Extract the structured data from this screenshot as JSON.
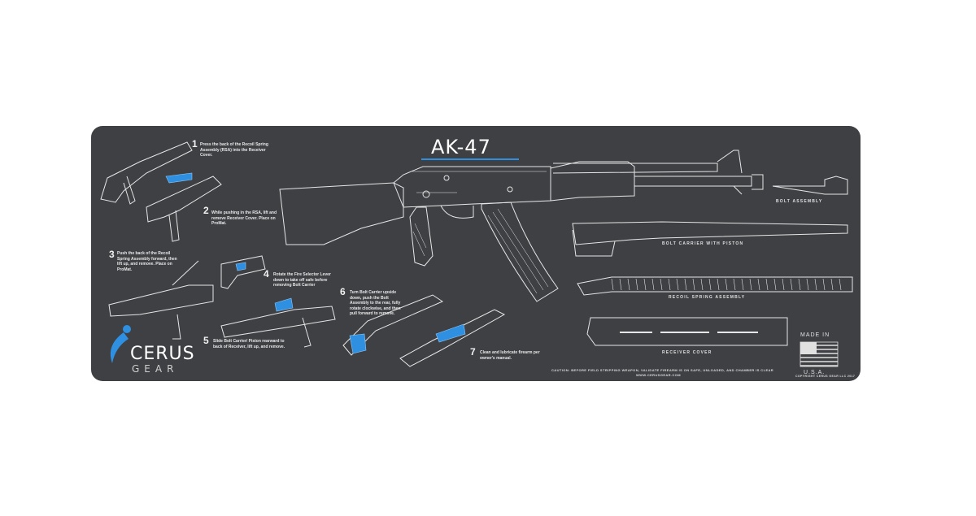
{
  "product": {
    "title": "AK-47",
    "brand": "CERUS",
    "brand_sub": "GEAR",
    "colors": {
      "mat": "#3f4044",
      "accent": "#2f8fe0",
      "line": "#e6e6e6"
    }
  },
  "steps": [
    {
      "num": "1",
      "text": "Press the back of the Recoil Spring Assembly (RSA) into the Receiver Cover."
    },
    {
      "num": "2",
      "text": "While pushing in the RSA, lift and remove Receiver Cover. Place on ProMat."
    },
    {
      "num": "3",
      "text": "Push the back of the Recoil Spring Assembly forward, then lift up, and remove. Place on ProMat."
    },
    {
      "num": "4",
      "text": "Rotate the Fire Selector Lever down to take off safe before removing Bolt Carrier"
    },
    {
      "num": "5",
      "text": "Slide Bolt Carrier/ Piston rearward to back of Receiver, lift up, and remove."
    },
    {
      "num": "6",
      "text": "Turn Bolt Carrier upside down, push the Bolt Assembly to the rear, fully rotate clockwise, and then pull forward to remove."
    },
    {
      "num": "7",
      "text": "Clean and lubricate firearm per owner's manual."
    }
  ],
  "parts": {
    "bolt_assembly": "BOLT ASSEMBLY",
    "bolt_carrier": "BOLT CARRIER WITH PISTON",
    "recoil_spring": "RECOIL SPRING ASSEMBLY",
    "receiver_cover": "RECEIVER COVER"
  },
  "made_in": {
    "line1": "MADE IN",
    "line2": "U.S.A."
  },
  "footer": {
    "caution": "CAUTION: BEFORE FIELD STRIPPING WEAPON, VALIDATE FIREARM IS ON SAFE, UNLOADED, AND CHAMBER IS CLEAR",
    "website": "WWW.CERUSGEAR.COM",
    "copyright": "COPYRIGHT CERUS GEAR LLC 2017"
  }
}
